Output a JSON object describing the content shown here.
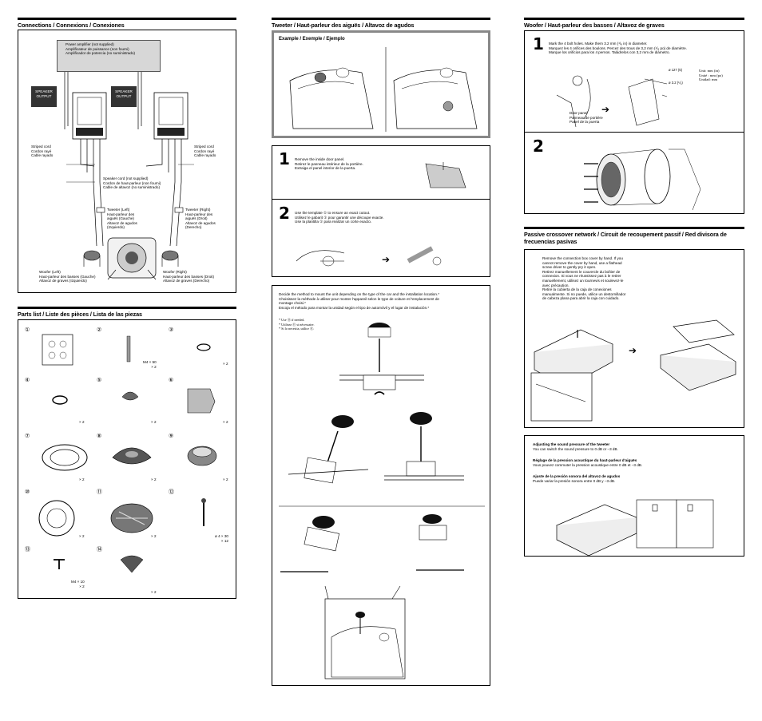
{
  "sections": {
    "connections": {
      "title": "Connections / Connexions / Conexiones"
    },
    "parts": {
      "title": "Parts list / Liste des pièces / Lista de las piezas"
    },
    "tweeter": {
      "title": "Tweeter / Haut-parleur des aiguës / Altavoz de agudos"
    },
    "woofer": {
      "title": "Woofer / Haut-parleur des basses / Altavoz de graves"
    },
    "crossover": {
      "title": "Passive crossover network / Circuit de recoupement passif / Red divisora de frecuencias pasivas"
    }
  },
  "connections": {
    "amp_label": "Power amplifier (not supplied)\nAmplificateur de puissance (non fourni)\nAmplificador de potencia (no suministrado)",
    "speaker_output_left": "SPEAKER\nOUTPUT",
    "speaker_output_right": "SPEAKER\nOUTPUT",
    "striped_left": "Striped cord\nCordon rayé\nCable rayado",
    "striped_right": "Striped cord\nCordon rayé\nCable rayado",
    "speaker_cord": "Speaker cord (not supplied)\nCordon de haut-parleur (non fourni)\nCable de altavoz (no suministrado)",
    "tweeter_left": "Tweeter (Left)\nHaut-parleur des\naiguës (Gauche)\nAltavoz de agudos\n(Izquierdo)",
    "tweeter_right": "Tweeter (Right)\nHaut-parleur des\naiguës (Droit)\nAltavoz de agudos\n(Derecho)",
    "woofer_left": "Woofer (Left)\nHaut-parleur des basses (Gauche)\nAltavoz de graves (Izquierdo)",
    "woofer_right": "Woofer (Right)\nHaut-parleur des basses (Droit)\nAltavoz de graves (Derecho)"
  },
  "parts": [
    {
      "num": "①",
      "qty": ""
    },
    {
      "num": "②",
      "qty": "M4 × 50\n× 2"
    },
    {
      "num": "③",
      "qty": "× 2"
    },
    {
      "num": "④",
      "qty": "× 2"
    },
    {
      "num": "⑤",
      "qty": "× 2"
    },
    {
      "num": "⑥",
      "qty": "× 2"
    },
    {
      "num": "⑦",
      "qty": "× 2"
    },
    {
      "num": "⑧",
      "qty": "× 2"
    },
    {
      "num": "⑨",
      "qty": "× 2"
    },
    {
      "num": "⑩",
      "qty": "× 2"
    },
    {
      "num": "⑪",
      "qty": "× 2"
    },
    {
      "num": "⑫",
      "qty": "ø 4 × 30\n× 12"
    },
    {
      "num": "⑬",
      "qty": "M4 × 10\n× 2"
    },
    {
      "num": "⑭",
      "qty": "× 2"
    }
  ],
  "tweeter": {
    "example_title": "Example / Exemple / Ejemplo",
    "step1_num": "1",
    "step1_text": "Remove the inside door panel.\nRetirez le panneau intérieur de la portière.\nExtraiga el panel interior de la puerta.",
    "step2_num": "2",
    "step2_text": "Use the template ① to ensure an exact cutout.\nUtilisez le gabarit ① pour garantir une découpe exacte.\nUse la plantilla ① para realizar un corte exacto.",
    "method_text": "Decide the method to mount the unit depending on the type of the car and the installation location.*\nChoisissez la méthode à utiliser pour monter l'appareil selon le type de voiture et l'emplacement de\nmontage choisi.*\nEscoja el método para montar la unidad según el tipo de automóvil y el lugar de instalación.*",
    "footnote": "* Use ⑪ if needed.\n* Utilisez ⑪ si nécessaire.\n* Si lo necesita, utilice ⑪."
  },
  "woofer": {
    "step1_num": "1",
    "step1_text": "Mark the 4 bolt holes. Make them 3.2 mm (¹/₈ in) in diameter.\nMarquez les 4 orifices des boulons. Percez des trous de 3,2 mm (¹/₈ po) de diamètre.\nMarque los orificios para los 4 pernos. Taládrelos con 3,2 mm de diámetro.",
    "units": "Unit: mm (in)\nUnité : mm (po)\nUnidad: mm",
    "dim1": "ø 127 (5)",
    "dim2": "ø 3.2 (¹/₈)",
    "door_panel": "Door panel\nPanneau de portière\nPanel de la puerta",
    "step2_num": "2"
  },
  "crossover": {
    "text": "Remove the connection box cover by hand. If you\ncannot remove the cover by hand, use a flathead\nscrew driver to gently pry it open.\nRetirez manuellement le couvercle du boîtier de\nconnexion. Si vous ne réussissez pas à le retirer\nmanuellement, utilisez un tournevis et soulevez-le\navec précaution.\nRetire la cubierta de la caja de conexiones\nmanualmente. Si no puede, utilice un destornillador\nde cabeza plana para abrir la caja con cuidado.",
    "adj_en_title": "Adjusting the sound pressure of the tweeter",
    "adj_en_text": "You can switch the sound pressure to 0 dB or –3 dB.",
    "adj_fr_title": "Réglage de la pression acoustique du haut-parleur d'aiguës",
    "adj_fr_text": "Vous pouvez commuter la pression acoustique entre 0 dB et –3 dB.",
    "adj_es_title": "Ajuste de la presión sonora del altavoz de agudos",
    "adj_es_text": "Puede variar la presión sonora entre 0 dB y –3 dB."
  }
}
